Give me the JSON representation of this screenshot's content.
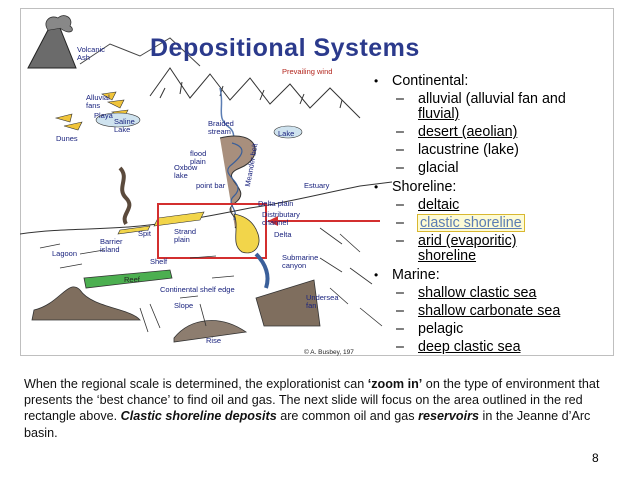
{
  "title": "Depositional Systems",
  "diagram_labels": {
    "volcanic_ash": "Volcanic\nAsh",
    "prevailing_wind": "Prevailing wind",
    "alluvial_fans": "Alluvial\nfans",
    "playa": "Playa",
    "saline_lake": "Saline\nLake",
    "dunes": "Dunes",
    "braided_stream": "Braided\nstream",
    "lake": "Lake",
    "flood_plain": "flood\nplain",
    "oxbow_lake": "Oxbow\nlake",
    "point_bar": "point bar",
    "meander_belt": "Meander belt",
    "estuary": "Estuary",
    "delta_plain": "Delta plain",
    "distributary_channel": "Distributary\nchannel",
    "delta": "Delta",
    "spit": "Spit",
    "strand_plain": "Strand\nplain",
    "barrier_island": "Barrier\nisland",
    "lagoon": "Lagoon",
    "shelf": "Shelf",
    "submarine_canyon": "Submarine\ncanyon",
    "reef": "Reef",
    "continental_shelf_edge": "Continental shelf edge",
    "slope": "Slope",
    "undersea_fan": "Undersea\nfan",
    "rise": "Rise",
    "credit": "© A. Busbey, 197"
  },
  "list": [
    {
      "text": "Continental:",
      "children": [
        {
          "text": "alluvial (alluvial fan and",
          "cont": "fluvial)",
          "underline": false,
          "cont_underline": true
        },
        {
          "text": "desert (aeolian)",
          "underline": true
        },
        {
          "text": "lacustrine (lake)",
          "underline": false
        },
        {
          "text": "glacial",
          "underline": false
        }
      ]
    },
    {
      "text": "Shoreline:",
      "children": [
        {
          "text": "deltaic",
          "underline": true
        },
        {
          "text": "clastic shoreline",
          "underline": true,
          "highlight": true
        },
        {
          "text": "arid (evaporitic)",
          "cont": "shoreline",
          "underline": true,
          "cont_underline": true
        }
      ]
    },
    {
      "text": "Marine:",
      "children": [
        {
          "text": "shallow clastic sea",
          "underline": true
        },
        {
          "text": "shallow carbonate sea",
          "underline": true
        },
        {
          "text": "pelagic",
          "underline": false
        },
        {
          "text": "deep clastic sea",
          "underline": true
        }
      ]
    }
  ],
  "caption": {
    "p1": "When the regional scale is determined, the explorationist can ",
    "b1": "‘zoom in’",
    "p2": " on the type of environment that presents the ‘best chance’ to find oil and gas. The next slide will focus on the area outlined in the red rectangle above. ",
    "b2": "Clastic shoreline deposits",
    "p3": " are common oil and gas ",
    "b3": "reservoirs",
    "p4": " in the Jeanne d’Arc basin."
  },
  "page_number": "8",
  "colors": {
    "title": "#2b3a8c",
    "highlight_box": "#d9b830",
    "red_box": "#d32f2f",
    "land": "#7a6a5a",
    "sand": "#f2d54a"
  }
}
